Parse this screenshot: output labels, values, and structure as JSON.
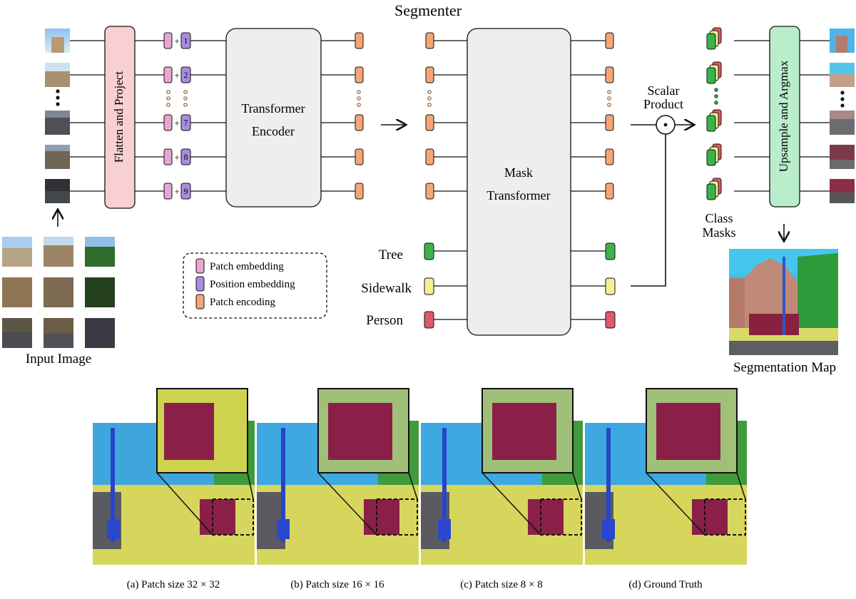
{
  "diagram": {
    "title": "Segmenter",
    "blocks": {
      "flatten": "Flatten and Project",
      "encoder": [
        "Transformer",
        "Encoder"
      ],
      "mask_transformer": [
        "Mask",
        "Transformer"
      ],
      "upsample": "Upsample and Argmax"
    },
    "position_numbers": [
      "1",
      "2",
      "7",
      "8",
      "9"
    ],
    "class_labels": [
      "Tree",
      "Sidewalk",
      "Person"
    ],
    "scalar_product": [
      "Scalar",
      "Product"
    ],
    "class_masks": [
      "Class",
      "Masks"
    ],
    "input_image_label": "Input Image",
    "segmentation_map_label": "Segmentation Map",
    "legend": [
      {
        "label": "Patch embedding",
        "color": "#e8a6d2"
      },
      {
        "label": "Position embedding",
        "color": "#a98ce0"
      },
      {
        "label": "Patch encoding",
        "color": "#f4a677"
      }
    ],
    "class_colors": {
      "tree": "#3bb34a",
      "sidewalk": "#f2ef9a",
      "person": "#e05a64"
    }
  },
  "comparison": {
    "captions": [
      "(a) Patch size 32 × 32",
      "(b) Patch size 16 × 16",
      "(c) Patch size 8 × 8",
      "(d) Ground Truth"
    ]
  }
}
